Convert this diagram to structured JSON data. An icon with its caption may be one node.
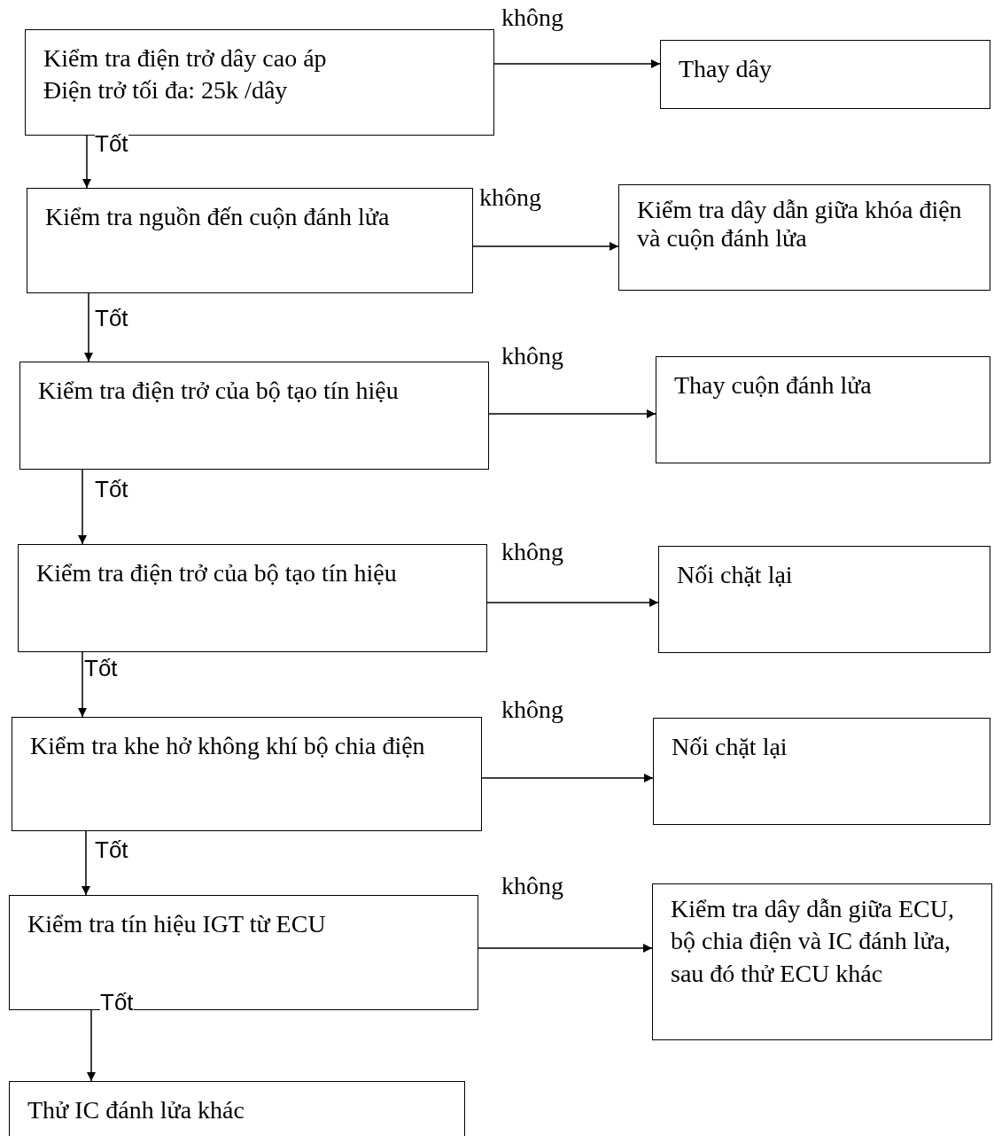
{
  "diagram": {
    "nodes": [
      {
        "text": [
          "Kiểm tra điện trở dây cao áp",
          "Điện trở tối đa: 25k /dây"
        ]
      },
      {
        "text": [
          "Thay dây"
        ]
      },
      {
        "text": [
          "Kiểm tra nguồn đến cuộn đánh lửa"
        ]
      },
      {
        "text": [
          "Kiểm tra dây dẫn giữa khóa điện và cuộn đánh lửa"
        ]
      },
      {
        "text": [
          "Kiểm tra điện trở của bộ tạo tín hiệu"
        ]
      },
      {
        "text": [
          "Thay cuộn đánh lửa"
        ]
      },
      {
        "text": [
          "Kiểm tra điện trở của bộ tạo tín hiệu"
        ]
      },
      {
        "text": [
          "Nối chặt lại"
        ]
      },
      {
        "text": [
          "Kiểm tra khe hở không khí bộ chia điện"
        ]
      },
      {
        "text": [
          "Nối chặt lại"
        ]
      },
      {
        "text": [
          "Kiểm tra tín hiệu IGT từ ECU"
        ]
      },
      {
        "text": [
          "Kiểm tra dây dẫn giữa ECU, bộ chia điện và IC đánh lửa, sau đó thử ECU khác"
        ]
      },
      {
        "text": [
          "Thử IC đánh lửa khác"
        ]
      }
    ],
    "edges": [
      {
        "from": 0,
        "to": 1,
        "arrow": "to",
        "label": "không"
      },
      {
        "from": 0,
        "to": 2,
        "arrow": "to",
        "label": "Tốt"
      },
      {
        "from": 2,
        "to": 3,
        "arrow": "to",
        "label": "không"
      },
      {
        "from": 2,
        "to": 4,
        "arrow": "to",
        "label": "Tốt"
      },
      {
        "from": 4,
        "to": 5,
        "arrow": "to",
        "label": "không"
      },
      {
        "from": 4,
        "to": 6,
        "arrow": "to",
        "label": "Tốt"
      },
      {
        "from": 6,
        "to": 7,
        "arrow": "to",
        "label": "không"
      },
      {
        "from": 6,
        "to": 8,
        "arrow": "to",
        "label": "Tốt"
      },
      {
        "from": 8,
        "to": 9,
        "arrow": "to",
        "label": "không"
      },
      {
        "from": 8,
        "to": 10,
        "arrow": "to",
        "label": "Tốt"
      },
      {
        "from": 10,
        "to": 11,
        "arrow": "to",
        "label": "không"
      },
      {
        "from": 10,
        "to": 12,
        "arrow": "to",
        "label": "Tốt"
      }
    ]
  }
}
